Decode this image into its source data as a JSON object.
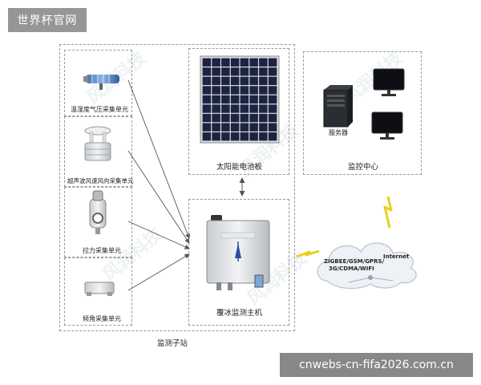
{
  "badge": {
    "text": "世界杯官网"
  },
  "footer": {
    "url": "cnwebs-cn-fifa2026.com.cn"
  },
  "station": {
    "label": "监测子站"
  },
  "sensors": [
    {
      "label": "温湿度气压采集单元"
    },
    {
      "label": "超声波风速风向采集单元"
    },
    {
      "label": "拉力采集单元"
    },
    {
      "label": "倾角采集单元"
    }
  ],
  "solar": {
    "label": "太阳能电池板"
  },
  "host": {
    "label": "覆冰监测主机"
  },
  "center": {
    "label": "监控中心",
    "server_label": "服务器"
  },
  "network": {
    "protocols_line1": "ZIGBEE/GSM/GPRS/",
    "protocols_line2": "3G/CDMA/WIFI",
    "internet": "Internet"
  },
  "watermark": {
    "text": "风润科技"
  },
  "colors": {
    "dash": "#9a9a9a",
    "arrow": "#555555",
    "lightning": "#e8d020",
    "panel_cell": "#1c2440",
    "cloud": "#eef1f5"
  }
}
